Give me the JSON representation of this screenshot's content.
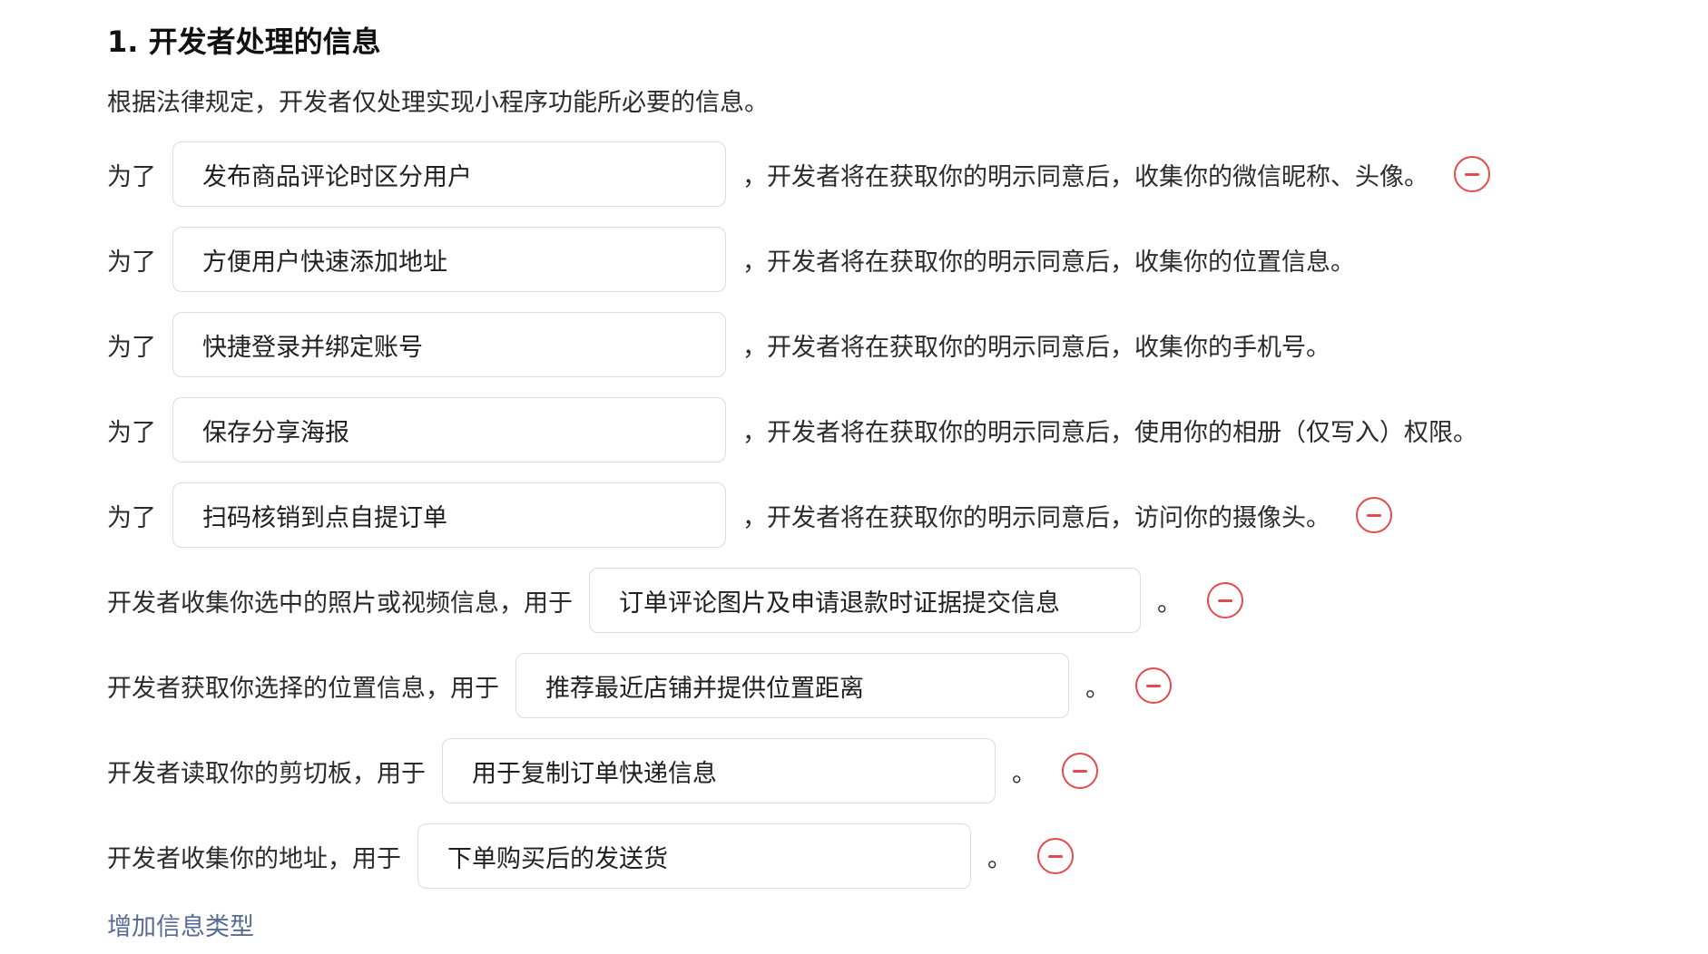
{
  "section": {
    "title": "1.  开发者处理的信息",
    "intro": "根据法律规定，开发者仅处理实现小程序功能所必要的信息。"
  },
  "purpose_rows": [
    {
      "prefix": "为了",
      "value": "发布商品评论时区分用户",
      "suffix": "，开发者将在获取你的明示同意后，收集你的微信昵称、头像。",
      "removable": true
    },
    {
      "prefix": "为了",
      "value": "方便用户快速添加地址",
      "suffix": "，开发者将在获取你的明示同意后，收集你的位置信息。",
      "removable": false
    },
    {
      "prefix": "为了",
      "value": "快捷登录并绑定账号",
      "suffix": "，开发者将在获取你的明示同意后，收集你的手机号。",
      "removable": false
    },
    {
      "prefix": "为了",
      "value": "保存分享海报",
      "suffix": "，开发者将在获取你的明示同意后，使用你的相册（仅写入）权限。",
      "removable": false
    },
    {
      "prefix": "为了",
      "value": "扫码核销到点自提订单",
      "suffix": "，开发者将在获取你的明示同意后，访问你的摄像头。",
      "removable": true
    }
  ],
  "usage_rows": [
    {
      "prefix": "开发者收集你选中的照片或视频信息，用于",
      "value": "订单评论图片及申请退款时证据提交信息",
      "suffix": "。",
      "removable": true
    },
    {
      "prefix": "开发者获取你选择的位置信息，用于",
      "value": "推荐最近店铺并提供位置距离",
      "suffix": "。",
      "removable": true
    },
    {
      "prefix": "开发者读取你的剪切板，用于",
      "value": "用于复制订单快递信息",
      "suffix": "。",
      "removable": true
    },
    {
      "prefix": "开发者收集你的地址，用于",
      "value": "下单购买后的发送货",
      "suffix": "。",
      "removable": true
    }
  ],
  "add_link": "增加信息类型",
  "icons": {
    "remove": "minus-circle-icon"
  },
  "colors": {
    "remove": "#e5484d",
    "link": "#576b95",
    "field_border": "#dcdcdc"
  }
}
